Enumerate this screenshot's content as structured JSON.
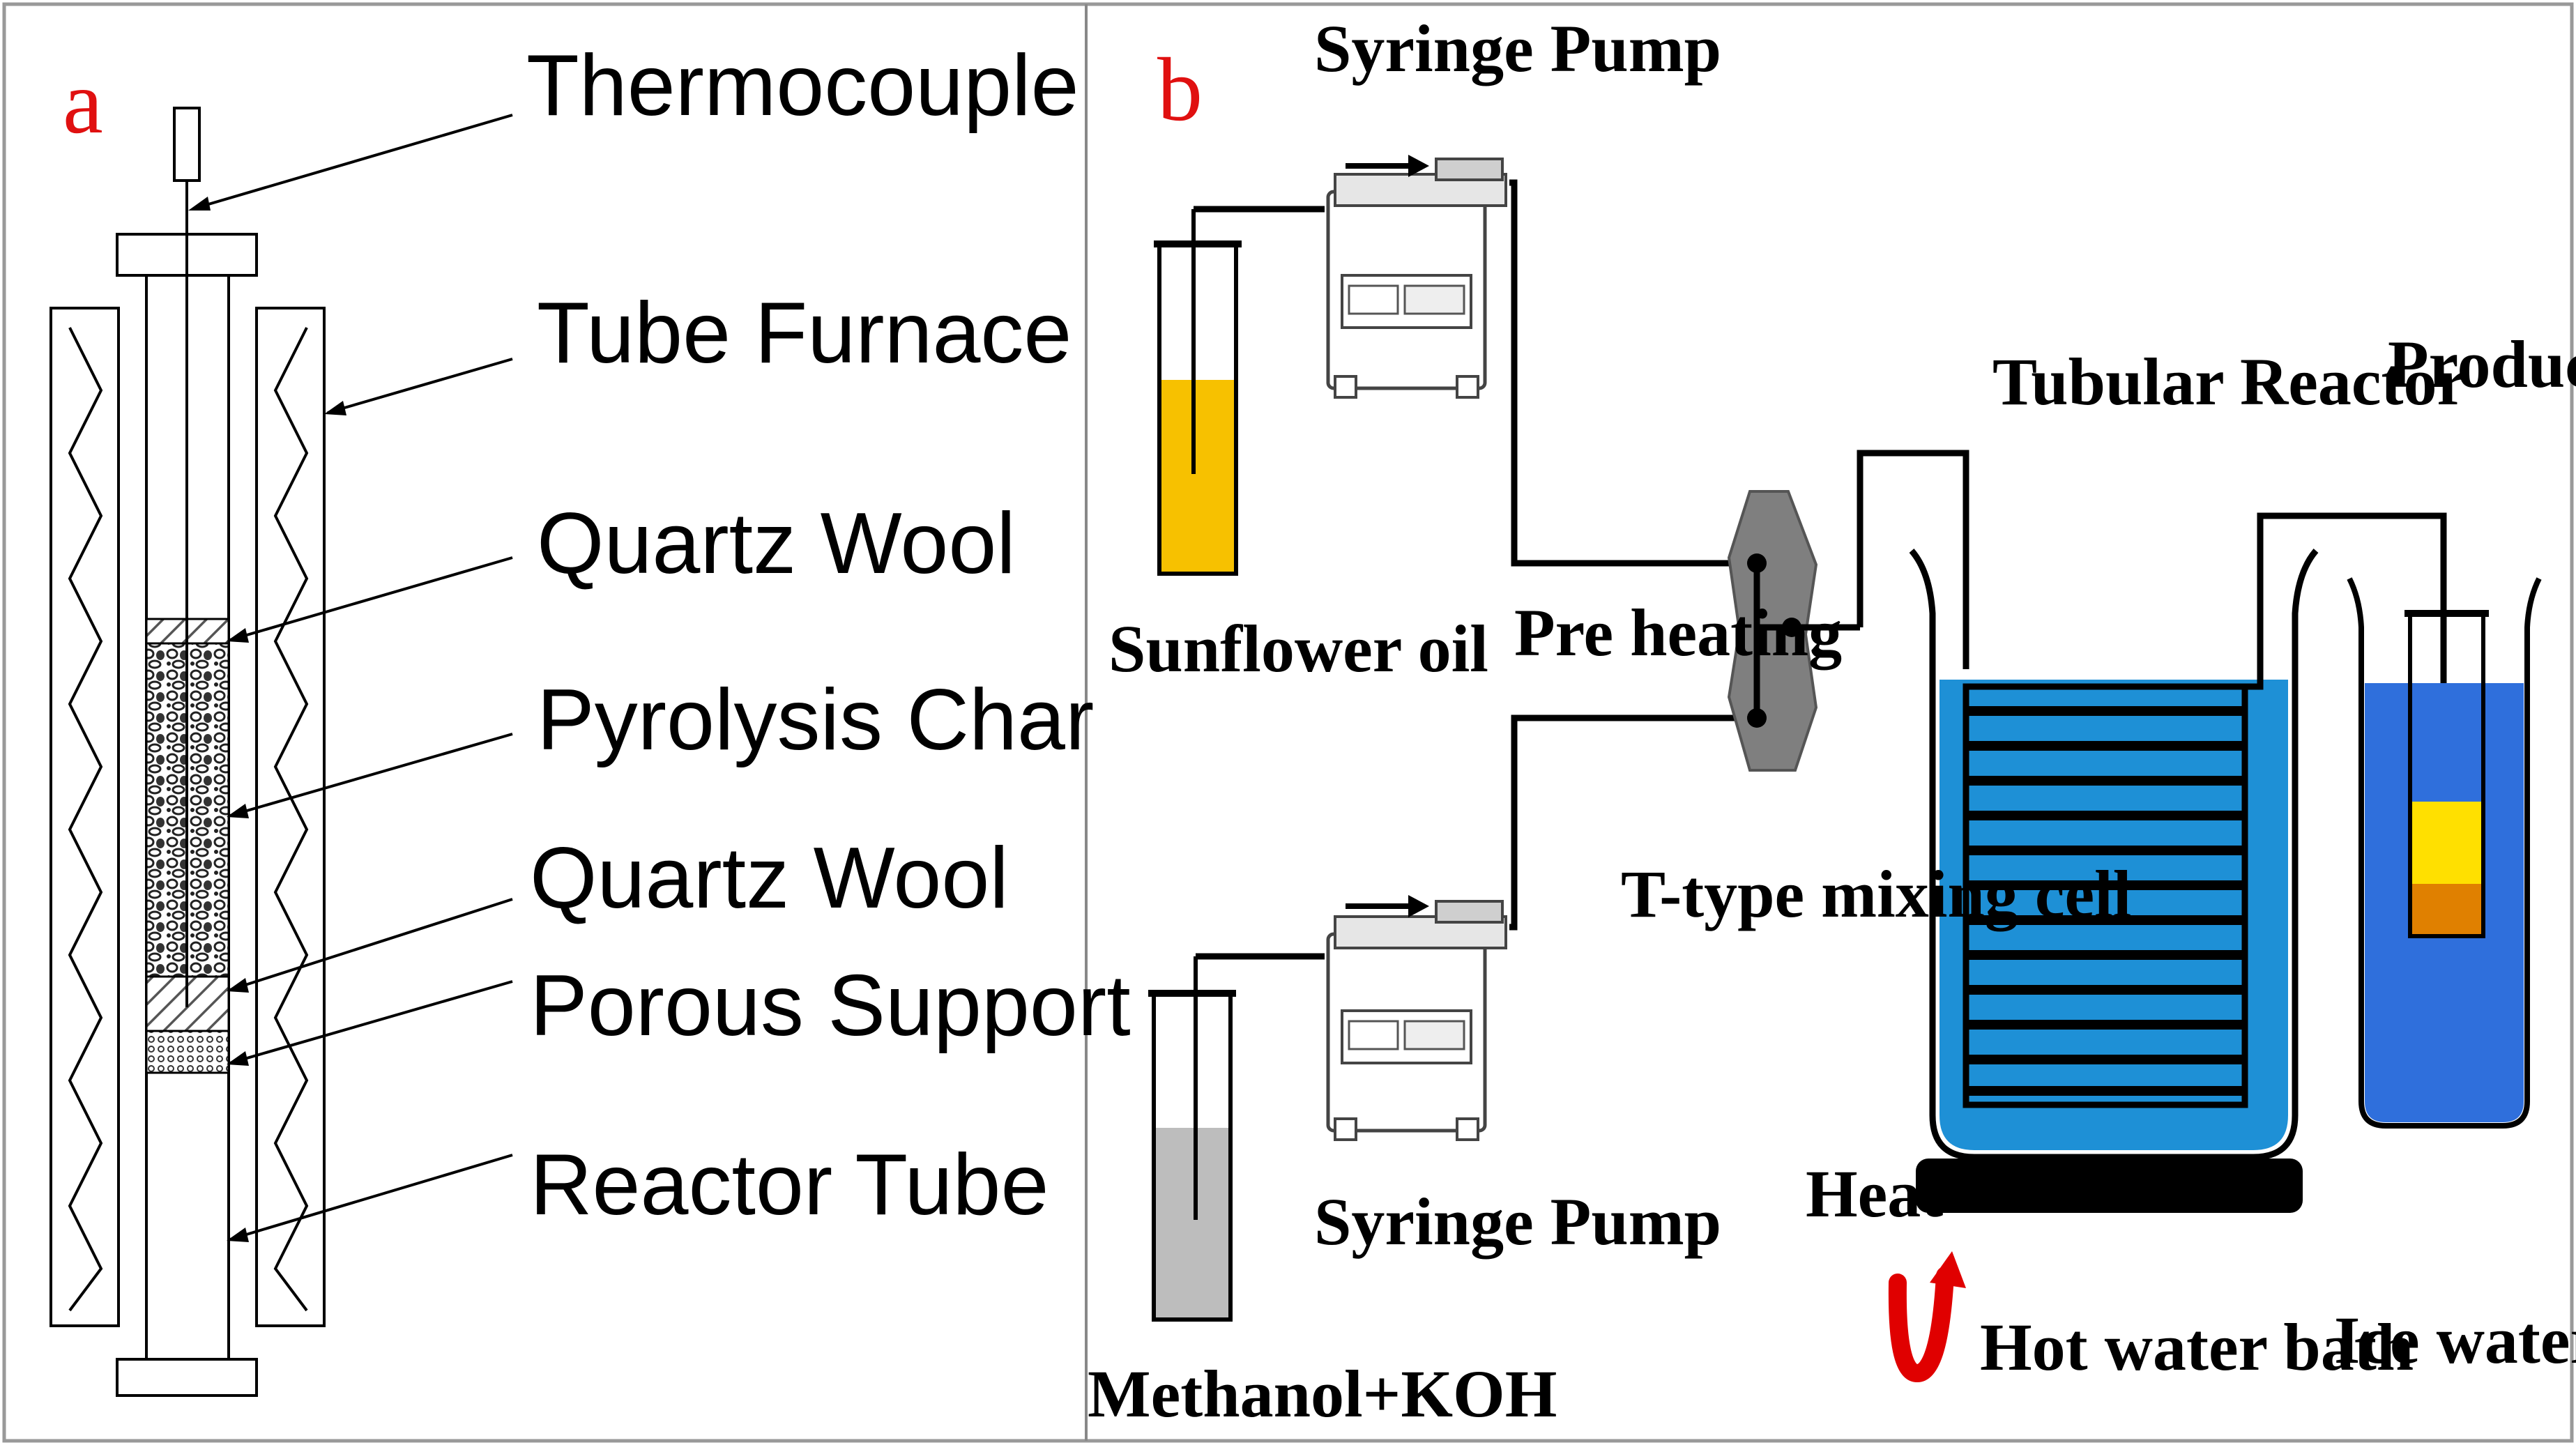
{
  "panel_a": {
    "letter": "a",
    "labels": {
      "thermocouple": "Thermocouple",
      "tube_furnace": "Tube Furnace",
      "quartz_wool_top": "Quartz Wool",
      "pyrolysis_char": "Pyrolysis Char",
      "quartz_wool_bottom": "Quartz Wool",
      "porous_support": "Porous Support",
      "reactor_tube": "Reactor Tube"
    }
  },
  "panel_b": {
    "letter": "b",
    "labels": {
      "syringe_pump_top": "Syringe Pump",
      "sunflower_oil": "Sunflower oil",
      "pre_heating": "Pre heating",
      "t_type_mixing_cell": "T-type mixing cell",
      "tubular_reactor": "Tubular Reactor",
      "product": "Product",
      "syringe_pump_bottom": "Syringe Pump",
      "methanol_koh": "Methanol+KOH",
      "heat": "Heat",
      "hot_water_bath": "Hot water bath",
      "ice_water_bath": "Ice water bath"
    },
    "colors": {
      "sunflower_oil": "#f7c100",
      "methanol_koh": "#bdbdbd",
      "water": "#1e90d6",
      "ice_water": "#2f6fdc",
      "product_top": "#ffe000",
      "product_bottom": "#e08000",
      "mixing_cell": "#7f7f7f",
      "heat_arrow": "#e00000"
    }
  }
}
